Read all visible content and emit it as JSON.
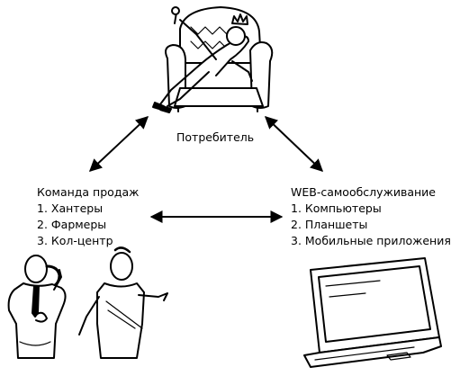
{
  "consumer": {
    "label": "Потребитель",
    "illustration": "king-on-armchair"
  },
  "sales": {
    "title": "Команда продаж",
    "items": [
      "1. Хантеры",
      "2. Фармеры",
      "3. Кол-центр"
    ],
    "illustration": "salesmen-on-phone-and-pointing"
  },
  "web": {
    "title": "WEB-самообслуживание",
    "items": [
      "1. Компьютеры",
      "2. Планшеты",
      "3. Мобильные приложения"
    ],
    "illustration": "laptop"
  },
  "colors": {
    "ink": "#000000",
    "background": "#ffffff"
  }
}
